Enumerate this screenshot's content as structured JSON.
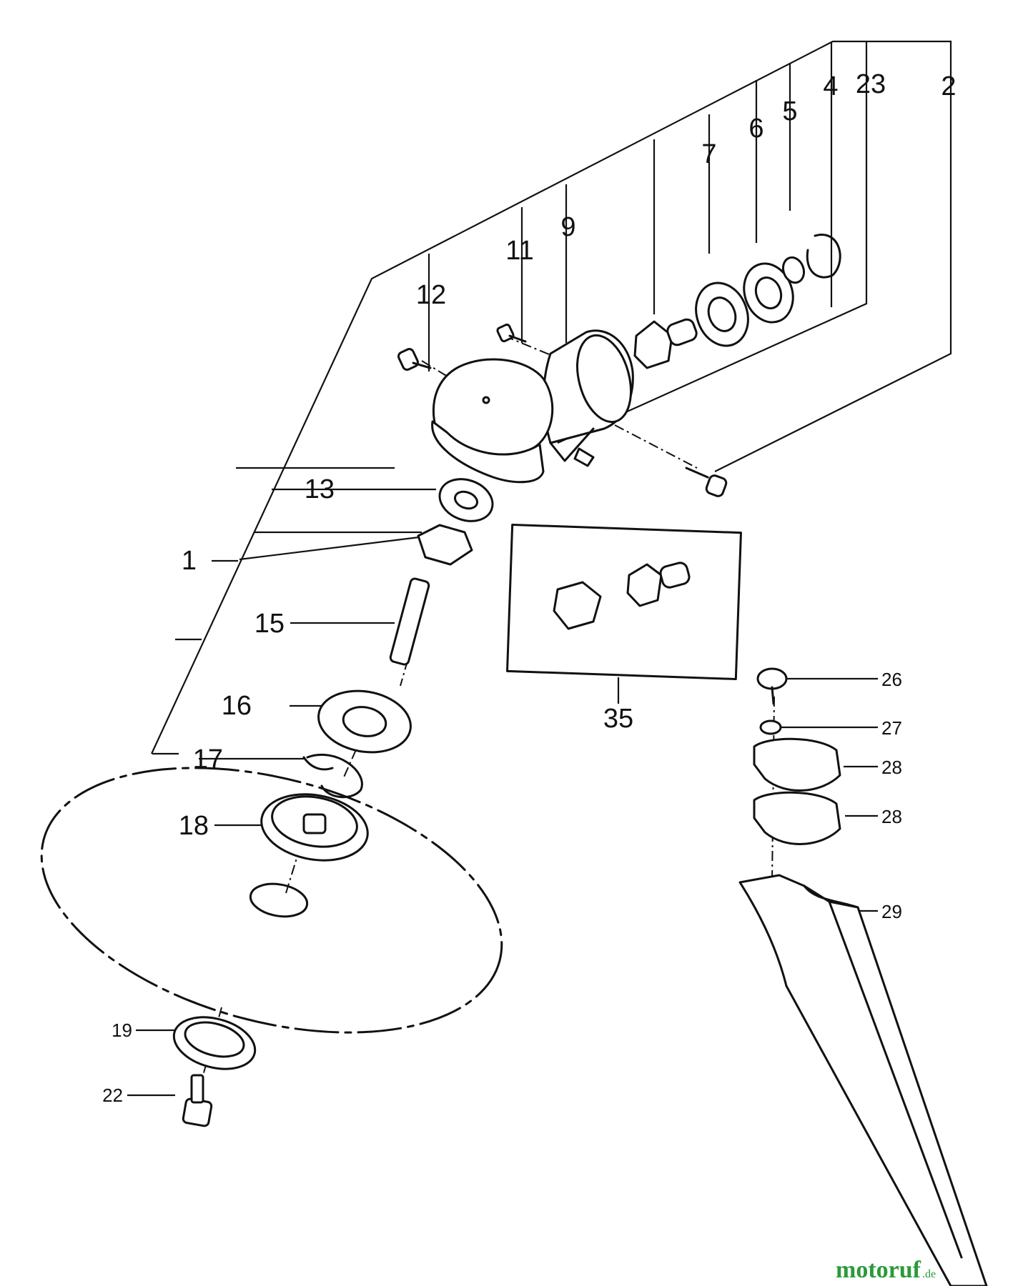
{
  "callouts": {
    "c1": "1",
    "c2": "2",
    "c4": "4",
    "c5": "5",
    "c6": "6",
    "c7": "7",
    "c9": "9",
    "c11": "11",
    "c12": "12",
    "c13": "13",
    "c15": "15",
    "c16": "16",
    "c17": "17",
    "c18": "18",
    "c19": "19",
    "c22": "22",
    "c23": "23",
    "c26": "26",
    "c27": "27",
    "c28a": "28",
    "c28b": "28",
    "c29": "29",
    "c35": "35"
  },
  "watermark": {
    "brand": "motoruf",
    "suffix": ".de",
    "color": "#2b9a3a"
  }
}
